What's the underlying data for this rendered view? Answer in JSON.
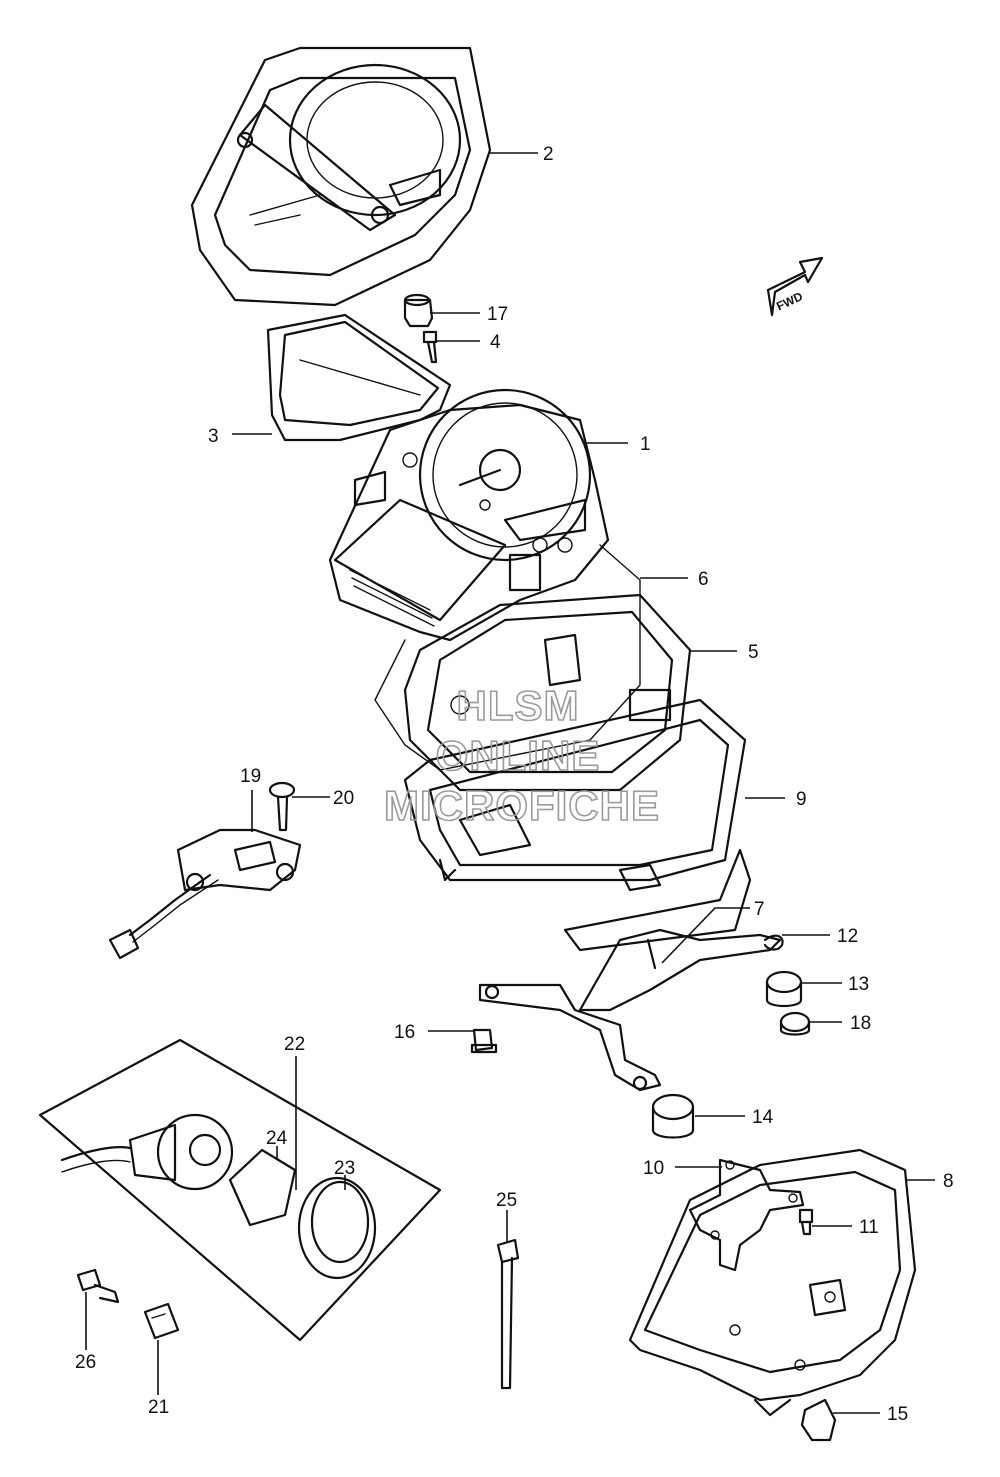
{
  "callouts": [
    "1",
    "2",
    "3",
    "4",
    "5",
    "6",
    "7",
    "8",
    "9",
    "10",
    "11",
    "12",
    "13",
    "14",
    "15",
    "16",
    "17",
    "18",
    "19",
    "20",
    "21",
    "22",
    "23",
    "24",
    "25",
    "26"
  ],
  "fwd_label": "FWD",
  "watermark": {
    "line1": "HLSM",
    "line2": "ONLINE",
    "line3": "MICROFICHE"
  }
}
